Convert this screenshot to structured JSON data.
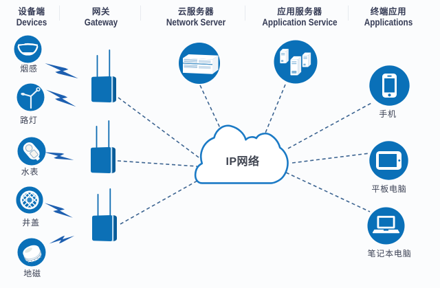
{
  "columns": [
    {
      "zh": "设备端",
      "en": "Devices"
    },
    {
      "zh": "网关",
      "en": "Gateway"
    },
    {
      "zh": "云服务器",
      "en": "Network Server"
    },
    {
      "zh": "应用服务器",
      "en": "Application Service"
    },
    {
      "zh": "终端应用",
      "en": "Applications"
    }
  ],
  "devices": [
    {
      "label": "烟感"
    },
    {
      "label": "路灯"
    },
    {
      "label": "水表"
    },
    {
      "label": "井盖"
    },
    {
      "label": "地磁"
    }
  ],
  "terminals": [
    {
      "label": "手机"
    },
    {
      "label": "平板电脑"
    },
    {
      "label": "笔记本电脑"
    }
  ],
  "cloud": {
    "label": "IP网络"
  },
  "colors": {
    "primary_blue": "#0a70b8",
    "bolt_blue": "#1d5fb0",
    "dash_blue": "#33608f",
    "cloud_stroke": "#1b7ac5",
    "heading_text": "#353b55",
    "label_text": "#3b4154",
    "background": "#fbfcfd"
  }
}
